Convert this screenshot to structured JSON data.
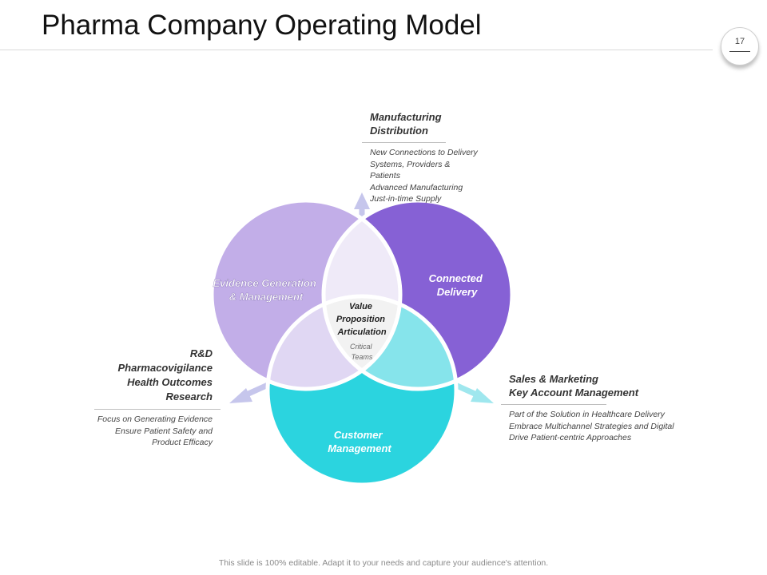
{
  "title": "Pharma Company Operating Model",
  "page_number": "17",
  "center": {
    "title": "Value Proposition Articulation",
    "subtitle": "Critical Teams"
  },
  "circles": {
    "evidence": "Evidence Generation & Management",
    "connected": "Connected Delivery",
    "customer": "Customer Management"
  },
  "colors": {
    "evidence": "#c2aee8",
    "connected": "#8661d5",
    "customer": "#2bd4df",
    "overlap_top": "#efeaf8",
    "overlap_left": "#e0d7f3",
    "overlap_right": "#86e4eb",
    "center": "#f2f2f2"
  },
  "callouts": {
    "top": {
      "heading": [
        "Manufacturing",
        "Distribution"
      ],
      "details": [
        "New Connections to Delivery",
        "Systems, Providers & Patients",
        "Advanced Manufacturing",
        "Just-in-time Supply"
      ]
    },
    "left": {
      "heading": [
        "R&D",
        "Pharmacovigilance",
        "Health Outcomes",
        "Research"
      ],
      "details": [
        "Focus on Generating Evidence",
        "Ensure Patient Safety and",
        "Product Efficacy"
      ]
    },
    "right": {
      "heading": [
        "Sales & Marketing",
        "Key Account Management"
      ],
      "details": [
        "Part of the Solution  in Healthcare Delivery",
        "Embrace Multichannel Strategies and Digital",
        "Drive Patient-centric Approaches"
      ]
    }
  },
  "footer": "This slide is 100% editable. Adapt it to your needs and capture your audience's attention."
}
